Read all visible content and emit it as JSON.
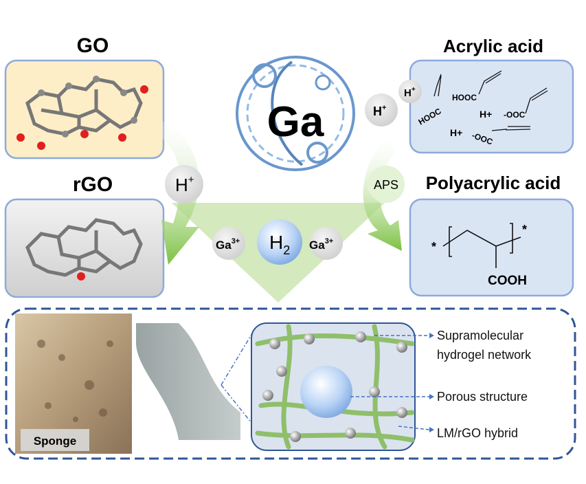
{
  "go": {
    "title": "GO"
  },
  "rgo": {
    "title": "rGO"
  },
  "acrylic": {
    "title": "Acrylic acid",
    "labels": [
      "HOOC",
      "HOOC",
      "H+",
      "-OOC",
      "H+",
      "-OOC"
    ]
  },
  "polyacrylic": {
    "title": "Polyacrylic acid",
    "star": "*",
    "group": "COOH"
  },
  "center": {
    "ga": "Ga",
    "h2": "H",
    "h2_sub": "2",
    "ga3_left": "Ga",
    "ga3_right": "Ga",
    "ga3_sup": "3+"
  },
  "reagents": {
    "h_plus_left": "H",
    "h_plus_right": "H",
    "h_plus_small": "H",
    "plus": "+",
    "aps": "APS"
  },
  "bottom": {
    "sponge": "Sponge",
    "callouts": [
      "Supramolecular",
      "hydrogel network",
      "Porous structure",
      "LM/rGO hybrid"
    ]
  },
  "colors": {
    "box_border": "#8eaadb",
    "box_fill": "#dae5f4",
    "go_fill": "#fdeec8",
    "green": "#8cc63f",
    "dashed": "#2f5597"
  }
}
